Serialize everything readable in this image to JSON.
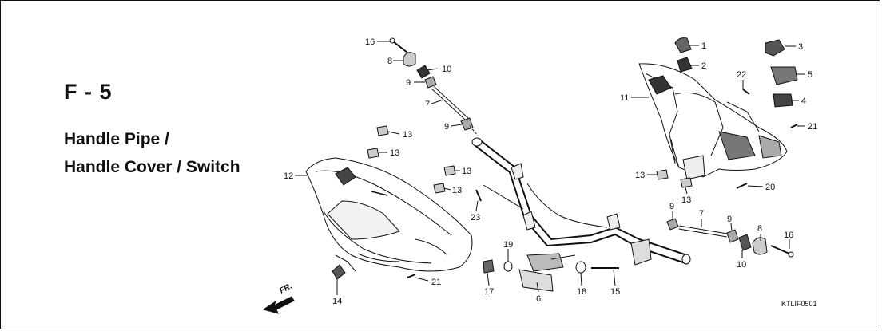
{
  "figure": {
    "code": "F - 5",
    "title_lines": [
      "Handle Pipe /",
      "Handle Cover / Switch"
    ]
  },
  "diagram_code": "KTLIF0501",
  "front_arrow_label": "FR.",
  "callouts": [
    {
      "key": "c16a",
      "text": "16"
    },
    {
      "key": "c8a",
      "text": "8"
    },
    {
      "key": "c10a",
      "text": "10"
    },
    {
      "key": "c9a",
      "text": "9"
    },
    {
      "key": "c7a",
      "text": "7"
    },
    {
      "key": "c9b",
      "text": "9"
    },
    {
      "key": "c13a",
      "text": "13"
    },
    {
      "key": "c13b",
      "text": "13"
    },
    {
      "key": "c13c",
      "text": "13"
    },
    {
      "key": "c13d",
      "text": "13"
    },
    {
      "key": "c12",
      "text": "12"
    },
    {
      "key": "c23",
      "text": "23"
    },
    {
      "key": "c14",
      "text": "14"
    },
    {
      "key": "c21a",
      "text": "21"
    },
    {
      "key": "c19",
      "text": "19"
    },
    {
      "key": "c17",
      "text": "17"
    },
    {
      "key": "c6",
      "text": "6"
    },
    {
      "key": "c18",
      "text": "18"
    },
    {
      "key": "c15",
      "text": "15"
    },
    {
      "key": "c1",
      "text": "1"
    },
    {
      "key": "c2",
      "text": "2"
    },
    {
      "key": "c3",
      "text": "3"
    },
    {
      "key": "c5",
      "text": "5"
    },
    {
      "key": "c4",
      "text": "4"
    },
    {
      "key": "c22",
      "text": "22"
    },
    {
      "key": "c11",
      "text": "11"
    },
    {
      "key": "c21b",
      "text": "21"
    },
    {
      "key": "c13e",
      "text": "13"
    },
    {
      "key": "c13f",
      "text": "13"
    },
    {
      "key": "c20",
      "text": "20"
    },
    {
      "key": "c9c",
      "text": "9"
    },
    {
      "key": "c7b",
      "text": "7"
    },
    {
      "key": "c9d",
      "text": "9"
    },
    {
      "key": "c8b",
      "text": "8"
    },
    {
      "key": "c16b",
      "text": "16"
    },
    {
      "key": "c10b",
      "text": "10"
    }
  ],
  "colors": {
    "line": "#111111",
    "fill_dark": "#2a2a2a",
    "fill_mid": "#8a8a8a",
    "fill_light": "#dcdcdc"
  }
}
